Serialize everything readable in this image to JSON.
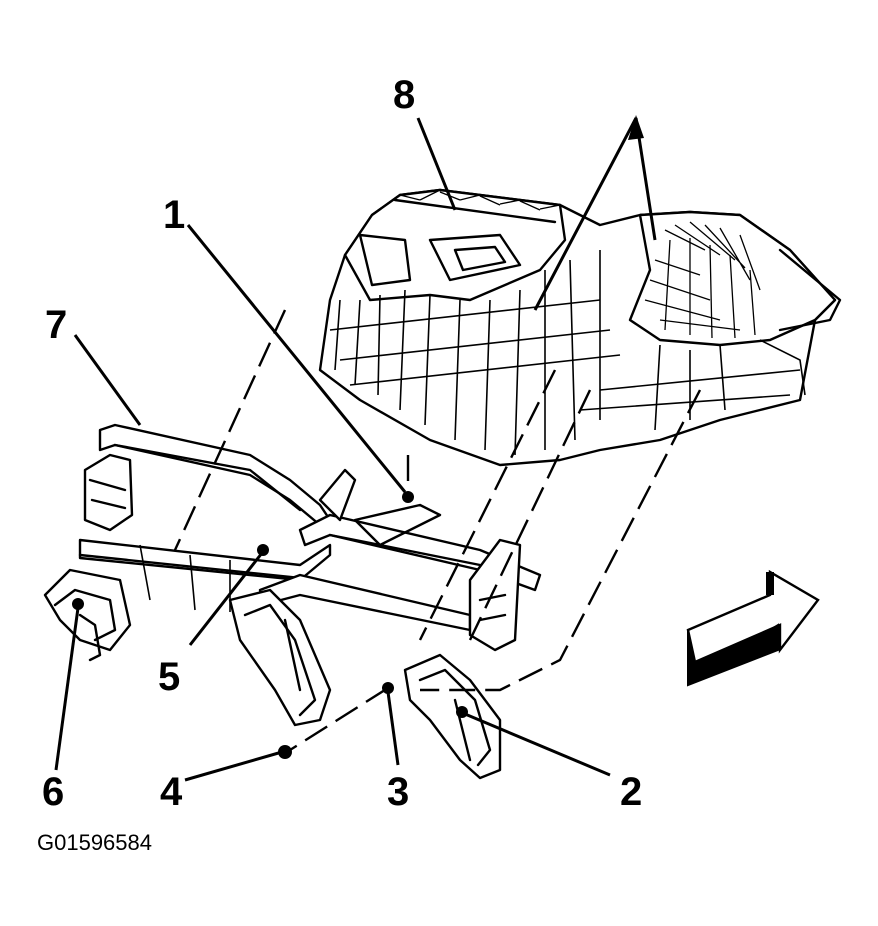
{
  "callouts": {
    "c1": "1",
    "c2": "2",
    "c3": "3",
    "c4": "4",
    "c5": "5",
    "c6": "6",
    "c7": "7",
    "c8": "8"
  },
  "figure_id": "G01596584",
  "icons": {
    "direction_arrow": "front-direction-arrow-icon"
  }
}
